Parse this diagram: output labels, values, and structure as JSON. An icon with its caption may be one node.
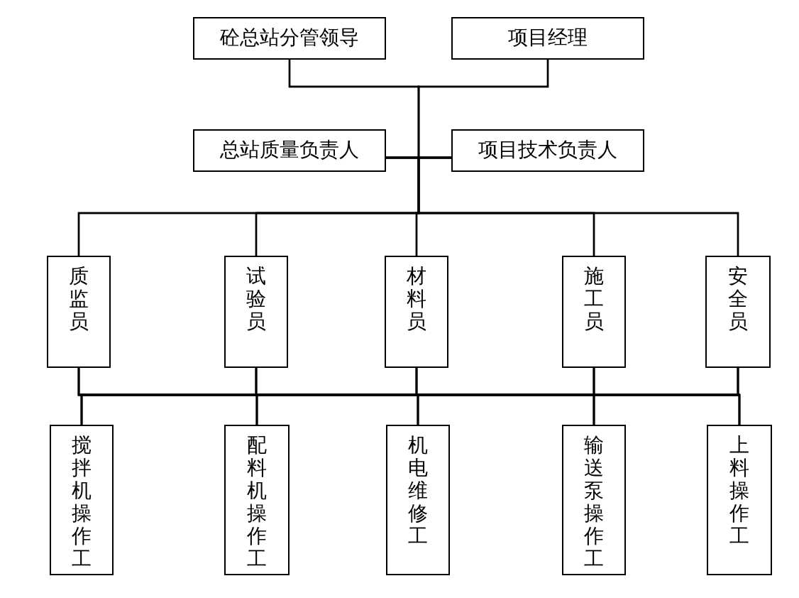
{
  "diagram": {
    "nodes": [
      {
        "text": [
          "砼总站分管领导"
        ]
      },
      {
        "text": [
          "项目经理"
        ]
      },
      {
        "text": [
          "总站质量负责人"
        ]
      },
      {
        "text": [
          "项目技术负责人"
        ]
      },
      {
        "text": [
          "质监员"
        ]
      },
      {
        "text": [
          "试验员"
        ]
      },
      {
        "text": [
          "材料员"
        ]
      },
      {
        "text": [
          "施工员"
        ]
      },
      {
        "text": [
          "安全员"
        ]
      },
      {
        "text": [
          "搅拌机操作工"
        ]
      },
      {
        "text": [
          "配料机操作工"
        ]
      },
      {
        "text": [
          "机电维修工"
        ]
      },
      {
        "text": [
          "输送泵操作工"
        ]
      },
      {
        "text": [
          "上料操作工"
        ]
      }
    ],
    "edges": [
      {
        "from": 0,
        "to": 2,
        "arrow": "none"
      },
      {
        "from": 0,
        "to": 3,
        "arrow": "none"
      },
      {
        "from": 1,
        "to": 2,
        "arrow": "none"
      },
      {
        "from": 1,
        "to": 3,
        "arrow": "none"
      },
      {
        "from": 2,
        "to": 4,
        "arrow": "none"
      },
      {
        "from": 2,
        "to": 5,
        "arrow": "none"
      },
      {
        "from": 2,
        "to": 6,
        "arrow": "none"
      },
      {
        "from": 2,
        "to": 7,
        "arrow": "none"
      },
      {
        "from": 2,
        "to": 8,
        "arrow": "none"
      },
      {
        "from": 3,
        "to": 4,
        "arrow": "none"
      },
      {
        "from": 3,
        "to": 5,
        "arrow": "none"
      },
      {
        "from": 3,
        "to": 6,
        "arrow": "none"
      },
      {
        "from": 3,
        "to": 7,
        "arrow": "none"
      },
      {
        "from": 3,
        "to": 8,
        "arrow": "none"
      },
      {
        "from": 4,
        "to": 9,
        "arrow": "none"
      },
      {
        "from": 4,
        "to": 10,
        "arrow": "none"
      },
      {
        "from": 4,
        "to": 11,
        "arrow": "none"
      },
      {
        "from": 4,
        "to": 12,
        "arrow": "none"
      },
      {
        "from": 4,
        "to": 13,
        "arrow": "none"
      },
      {
        "from": 5,
        "to": 9,
        "arrow": "none"
      },
      {
        "from": 5,
        "to": 10,
        "arrow": "none"
      },
      {
        "from": 5,
        "to": 11,
        "arrow": "none"
      },
      {
        "from": 5,
        "to": 12,
        "arrow": "none"
      },
      {
        "from": 5,
        "to": 13,
        "arrow": "none"
      },
      {
        "from": 6,
        "to": 9,
        "arrow": "none"
      },
      {
        "from": 6,
        "to": 10,
        "arrow": "none"
      },
      {
        "from": 6,
        "to": 11,
        "arrow": "none"
      },
      {
        "from": 6,
        "to": 12,
        "arrow": "none"
      },
      {
        "from": 6,
        "to": 13,
        "arrow": "none"
      },
      {
        "from": 7,
        "to": 9,
        "arrow": "none"
      },
      {
        "from": 7,
        "to": 10,
        "arrow": "none"
      },
      {
        "from": 7,
        "to": 11,
        "arrow": "none"
      },
      {
        "from": 7,
        "to": 12,
        "arrow": "none"
      },
      {
        "from": 7,
        "to": 13,
        "arrow": "none"
      },
      {
        "from": 8,
        "to": 9,
        "arrow": "none"
      },
      {
        "from": 8,
        "to": 10,
        "arrow": "none"
      },
      {
        "from": 8,
        "to": 11,
        "arrow": "none"
      },
      {
        "from": 8,
        "to": 12,
        "arrow": "none"
      },
      {
        "from": 8,
        "to": 13,
        "arrow": "none"
      }
    ]
  }
}
